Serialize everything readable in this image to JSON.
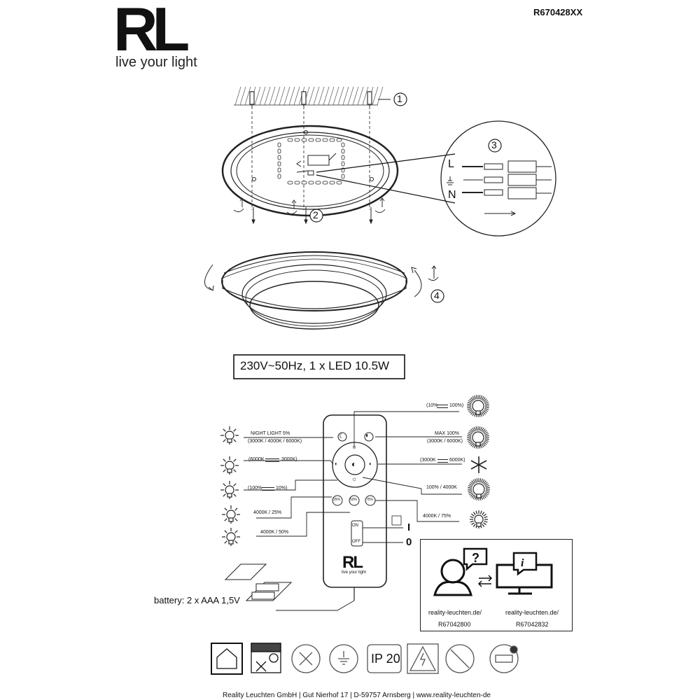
{
  "brand": {
    "logo": "RL",
    "tagline": "live your light",
    "article_no": "R670428XX"
  },
  "steps": {
    "s1": "1",
    "s2": "2",
    "s3": "3",
    "s4": "4"
  },
  "wiring": {
    "L": "L",
    "N": "N"
  },
  "spec": "230V~50Hz, 1 x LED  10.5W",
  "remote": {
    "left_labels": {
      "night_light": "NIGHT LIGHT 5%",
      "night_light_cct": "(3000K / 4000K / 6000K)",
      "cct_down": "(6000K",
      "cct_down_end": "3000K)",
      "dim_down": "(100%",
      "dim_down_end": "10%)",
      "preset_25": "4000K / 25%",
      "preset_50": "4000K / 50%"
    },
    "right_labels": {
      "dim_up": "(10%",
      "dim_up_end": "100%)",
      "max": "MAX 100%",
      "max_cct": "(3000K / 6000K)",
      "cct_up": "(3000K",
      "cct_up_end": "6000K)",
      "preset_100": "100% / 4000K",
      "preset_75": "4000K / 75%"
    },
    "buttons": {
      "b25": "25%",
      "b50": "50%",
      "b75": "75%",
      "on": "ON",
      "off": "OFF"
    },
    "on_symbol": "I",
    "off_symbol": "0",
    "logo": "RL",
    "tagline": "live your light"
  },
  "battery": "battery: 2 x AAA 1,5V",
  "info": {
    "left_url": "reality-leuchten.de/",
    "left_code": "R67042800",
    "right_url": "reality-leuchten.de/",
    "right_code": "R67042832"
  },
  "symbols": {
    "ip": "IP 20"
  },
  "footer": "Reality Leuchten GmbH  |  Gut Nierhof 17  |  D-59757 Arnsberg  |  www.reality-leuchten-de"
}
